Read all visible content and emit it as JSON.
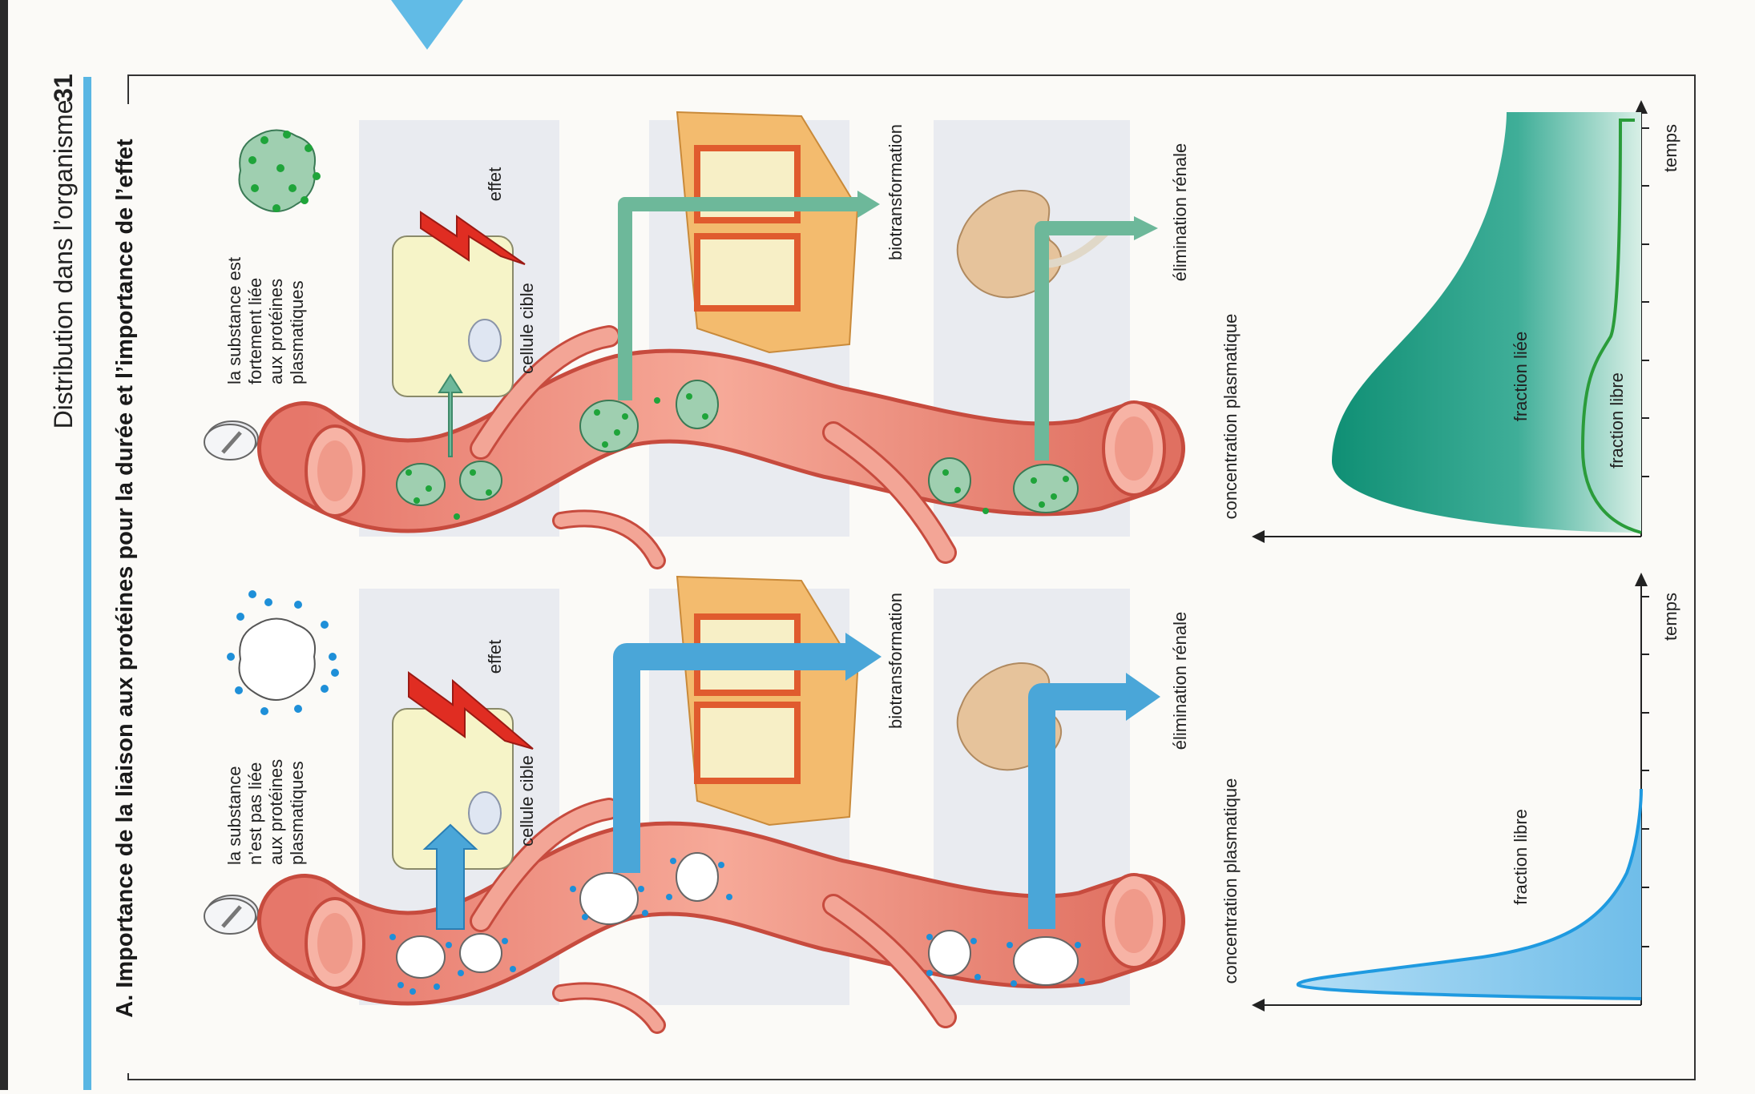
{
  "page": {
    "header_title": "Distribution dans l’organisme",
    "page_number": "31"
  },
  "figure": {
    "title": "A. Importance de la liaison aux protéines pour la durée et l’importance de l’effet"
  },
  "panels": {
    "bound": {
      "substance_label": [
        "la substance est",
        "fortement liée",
        "aux protéines",
        "plasmatiques"
      ],
      "target_cell": "cellule cible",
      "effect": "effet",
      "biotransformation": "biotransformation",
      "renal": "élimination rénale",
      "arrow_color": "#6db89a",
      "dot_color": "#1fa43a"
    },
    "free": {
      "substance_label": [
        "la substance",
        "n’est pas liée",
        "aux protéines",
        "plasmatiques"
      ],
      "target_cell": "cellule cible",
      "effect": "effet",
      "biotransformation": "biotransformation",
      "renal": "élimination rénale",
      "arrow_color": "#4aa6d8",
      "dot_color": "#1e8fd8"
    }
  },
  "charts": {
    "bound": {
      "ylabel": "concentration plasmatique",
      "xlabel": "temps",
      "label_bound": "fraction liée",
      "label_free": "fraction libre",
      "fill_color": "#1b9a84",
      "line_color": "#2a9c3a"
    },
    "free": {
      "ylabel": "concentration plasmatique",
      "xlabel": "temps",
      "label_free": "fraction libre",
      "fill_color": "#8ccbed",
      "line_color": "#1f9ae0"
    }
  }
}
